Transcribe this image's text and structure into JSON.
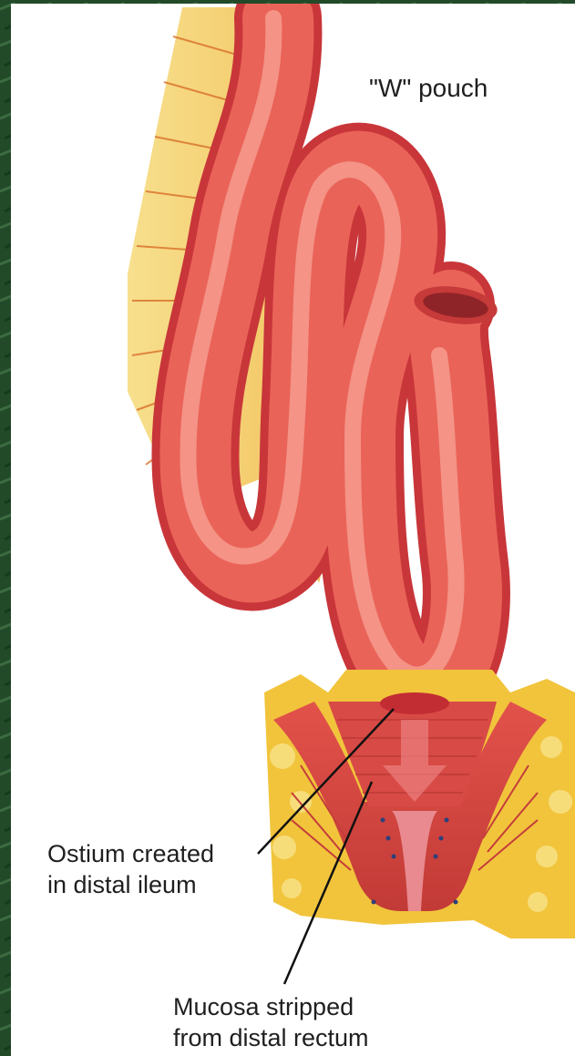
{
  "figure": {
    "title": "\"W\" pouch",
    "labels": {
      "ostium_line1": "Ostium created",
      "ostium_line2": "in distal ileum",
      "mucosa_line1": "Mucosa stripped",
      "mucosa_line2": "from distal rectum"
    }
  },
  "colors": {
    "frame": "#234a2a",
    "panel": "#ffffff",
    "bowel": "#e8554c",
    "bowel_highlight": "#f7a59b",
    "fat": "#f0c94a",
    "muscle": "#d94a44"
  }
}
